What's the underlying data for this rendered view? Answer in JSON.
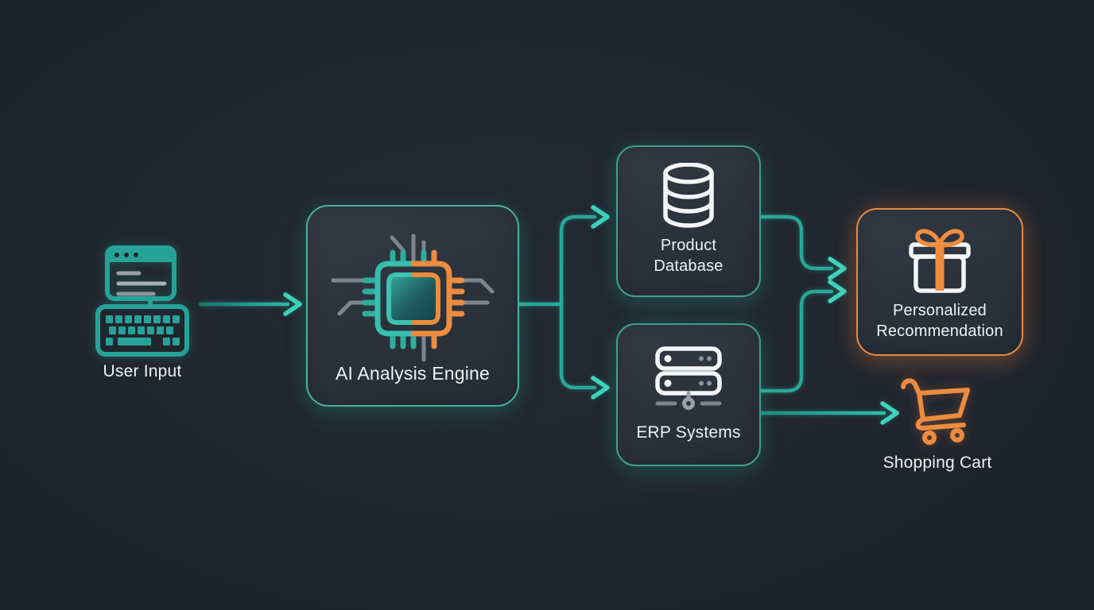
{
  "diagram": {
    "nodes": {
      "user_input": {
        "label": "User Input",
        "icon": "browser-keyboard-icon"
      },
      "ai_engine": {
        "label": "AI Analysis Engine",
        "icon": "cpu-chip-icon"
      },
      "product_db": {
        "line1": "Product",
        "line2": "Database",
        "icon": "database-icon"
      },
      "erp": {
        "label": "ERP Systems",
        "icon": "server-stack-icon"
      },
      "recommendation": {
        "line1": "Personalized",
        "line2": "Recommendation",
        "icon": "gift-icon"
      },
      "cart": {
        "label": "Shopping Cart",
        "icon": "shopping-cart-icon"
      }
    },
    "edges": [
      {
        "id": "user-to-ai",
        "from": "user_input",
        "to": "ai_engine"
      },
      {
        "id": "ai-to-product-db",
        "from": "ai_engine",
        "to": "product_db"
      },
      {
        "id": "ai-to-erp",
        "from": "ai_engine",
        "to": "erp"
      },
      {
        "id": "product-db-to-recommendation",
        "from": "product_db",
        "to": "recommendation"
      },
      {
        "id": "erp-to-recommendation",
        "from": "erp",
        "to": "recommendation"
      },
      {
        "id": "erp-to-cart",
        "from": "erp",
        "to": "cart"
      }
    ],
    "colors": {
      "background": "#20252e",
      "teal_line": "#29a796",
      "teal_bright": "#3ed3bd",
      "teal_border": "#43ab9b",
      "orange": "#ec8c40",
      "orange_border": "#e78a40",
      "icon_white": "#f3f5f7",
      "trace_gray": "#7d8590",
      "text": "#edf1f4",
      "box_fill": "#2e3640"
    }
  }
}
